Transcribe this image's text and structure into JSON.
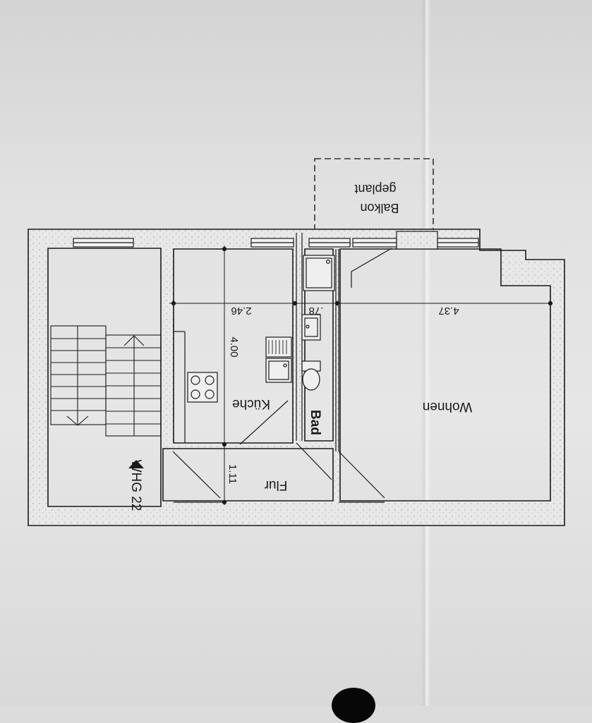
{
  "floor_plan": {
    "rooms": {
      "wohnen": "Wohnen",
      "kueche": "Küche",
      "bad": "Bad",
      "flur": "Flur"
    },
    "apartment_label": "WHG 22",
    "balcony": {
      "line1": "Balkon",
      "line2": "geplant"
    },
    "dimensions": {
      "kueche_width": "2.46",
      "kueche_depth": "4.00",
      "bad_width": ".78",
      "wohnen_width": "4.37",
      "flur_depth": "1.11"
    }
  },
  "colors": {
    "ink": "#1a1a1a",
    "paper": "#e4e4e4"
  }
}
